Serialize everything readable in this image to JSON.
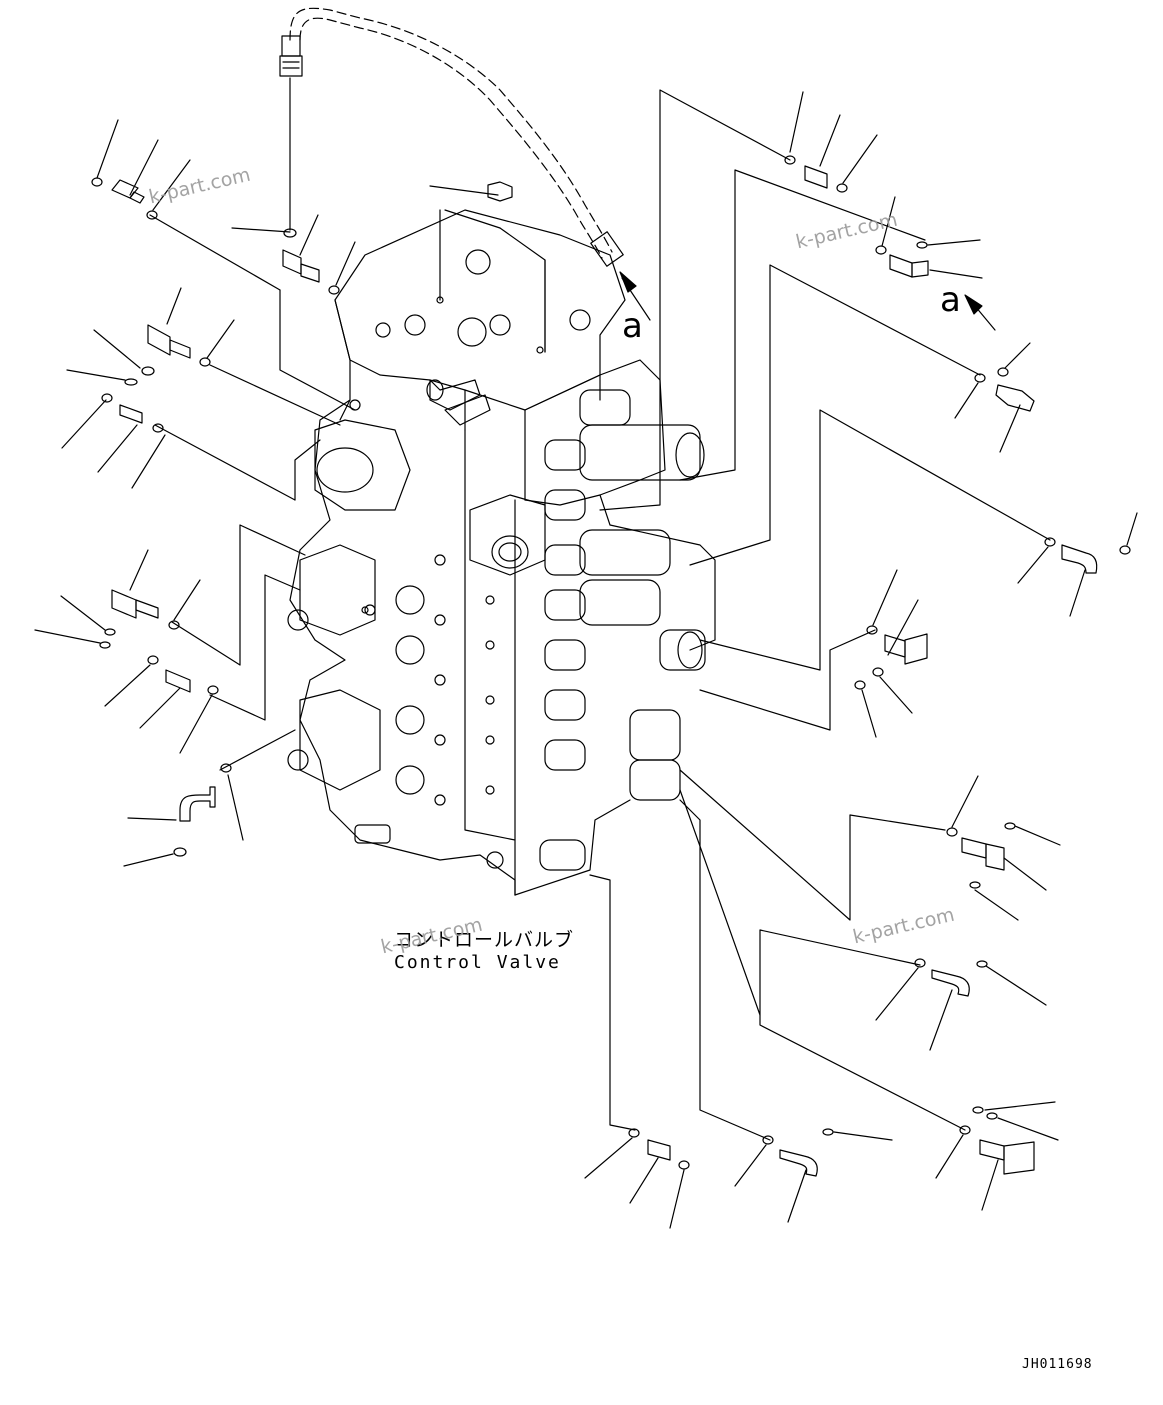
{
  "labels": {
    "marker_top": "a",
    "marker_right": "a",
    "caption_jp": "コントロールバルブ",
    "caption_en": "Control Valve"
  },
  "watermarks": [
    "k-part.com",
    "k-part.com",
    "k-part.com",
    "k-part.com"
  ],
  "drawing_id": "JH011698",
  "colors": {
    "ink": "#000000",
    "watermark": "#9a9a9a"
  }
}
